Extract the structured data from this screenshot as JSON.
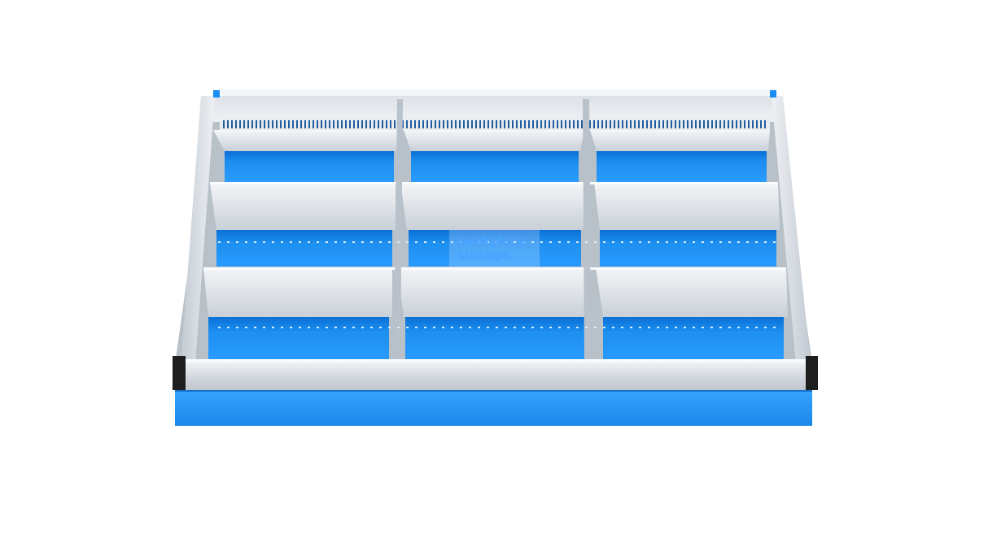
{
  "watermark": {
    "line1": "workplace",
    "line2": "storage."
  },
  "colors": {
    "base_blue": "#1a8cf2",
    "compartment_blue": "#1f8be6",
    "aluminium": "#dfe3e8",
    "divider": "#e8ecf0",
    "handle_cap": "#1e1e1e"
  },
  "layout_grid": {
    "rows": 3,
    "columns": 3
  }
}
